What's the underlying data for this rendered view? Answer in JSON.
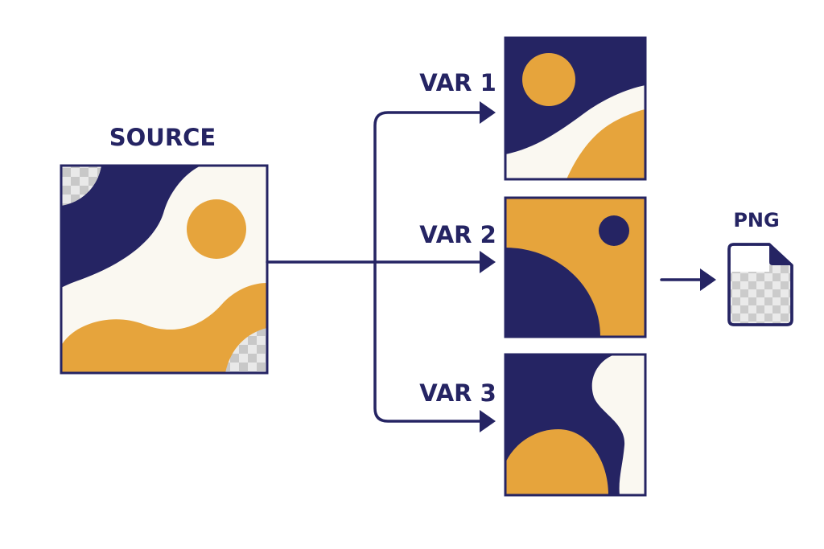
{
  "source": {
    "label": "SOURCE"
  },
  "variants": [
    {
      "label": "VAR 1"
    },
    {
      "label": "VAR 2"
    },
    {
      "label": "VAR 3"
    }
  ],
  "output": {
    "label": "PNG",
    "icon": "png-file-icon"
  },
  "colors": {
    "navy": "#252463",
    "orange": "#E6A43C",
    "cream": "#FAF8F1",
    "checker_light": "#E9E9E9",
    "checker_dark": "#C8C8C8"
  }
}
